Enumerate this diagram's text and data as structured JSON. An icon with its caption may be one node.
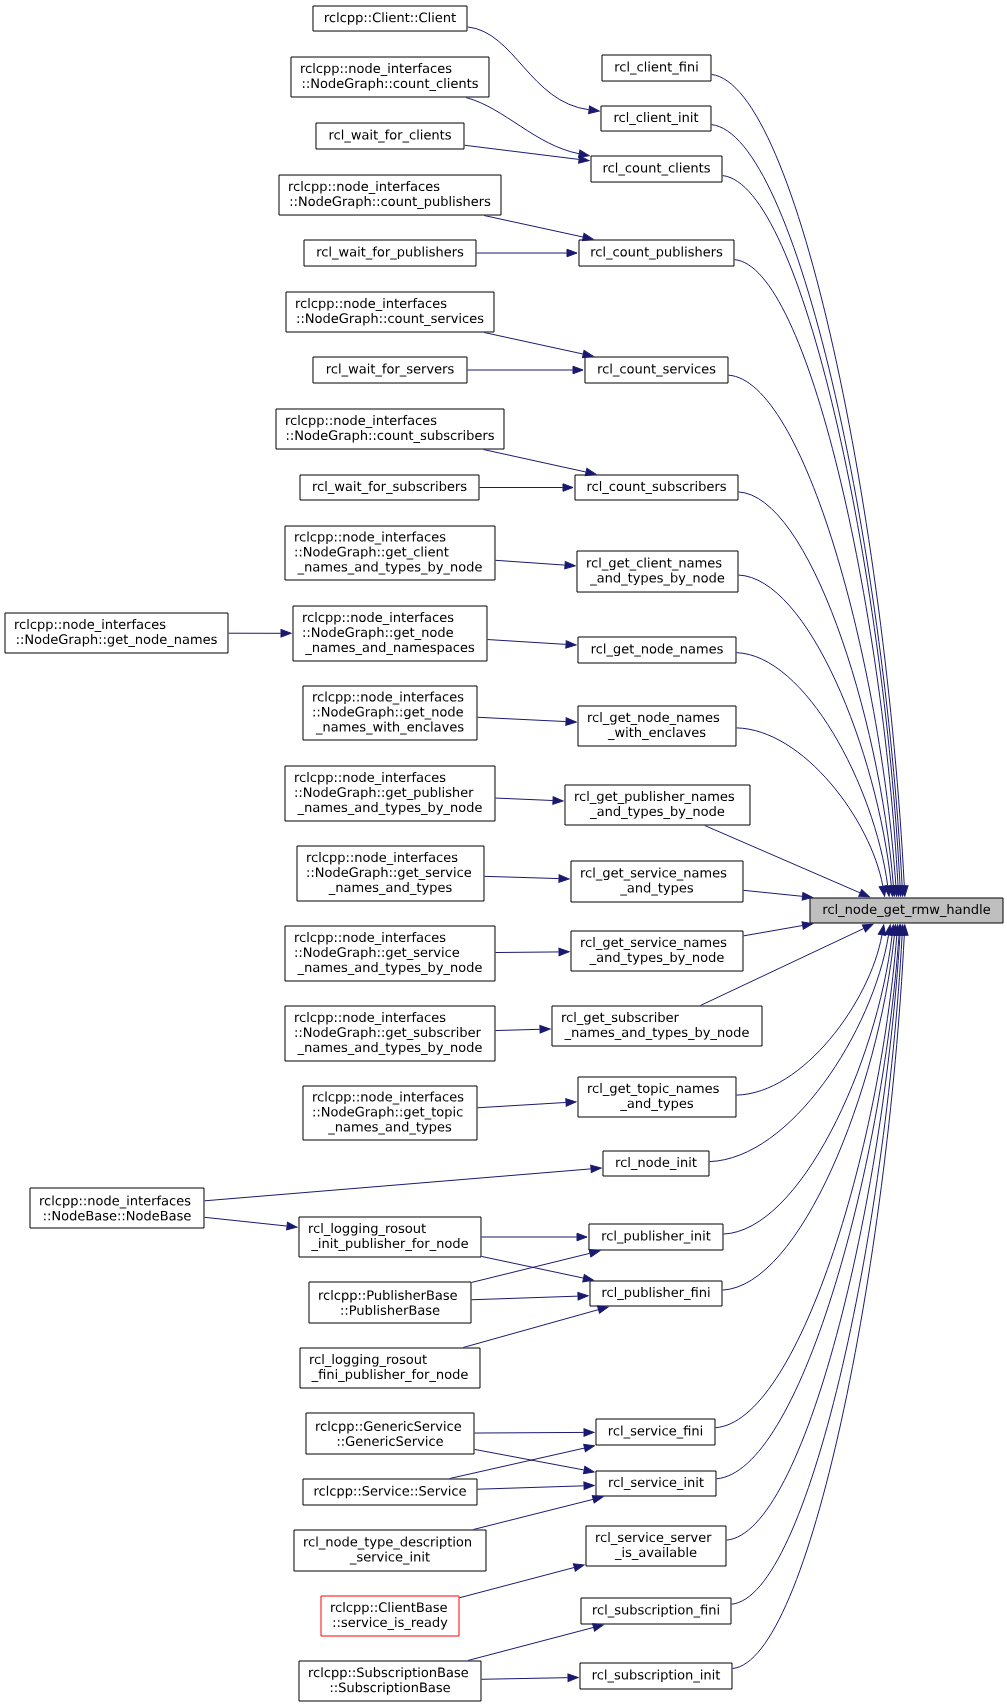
{
  "diagram": {
    "nodes": [
      {
        "text": [
          "rclcpp::Client::Client"
        ]
      },
      {
        "text": [
          "rcl_client_fini"
        ]
      },
      {
        "text": [
          "rclcpp::node_interfaces ::NodeGraph::count_clients"
        ]
      },
      {
        "text": [
          "rcl_client_init"
        ]
      },
      {
        "text": [
          "rcl_wait_for_clients"
        ]
      },
      {
        "text": [
          "rcl_count_clients"
        ]
      },
      {
        "text": [
          "rclcpp::node_interfaces ::NodeGraph::count_publishers"
        ]
      },
      {
        "text": [
          "rcl_wait_for_publishers"
        ]
      },
      {
        "text": [
          "rcl_count_publishers"
        ]
      },
      {
        "text": [
          "rclcpp::node_interfaces ::NodeGraph::count_services"
        ]
      },
      {
        "text": [
          "rcl_wait_for_servers"
        ]
      },
      {
        "text": [
          "rcl_count_services"
        ]
      },
      {
        "text": [
          "rclcpp::node_interfaces ::NodeGraph::count_subscribers"
        ]
      },
      {
        "text": [
          "rcl_wait_for_subscribers"
        ]
      },
      {
        "text": [
          "rcl_count_subscribers"
        ]
      },
      {
        "text": [
          "rclcpp::node_interfaces ::NodeGraph::get_client _names_and_types_by_node"
        ]
      },
      {
        "text": [
          "rcl_get_client_names _and_types_by_node"
        ]
      },
      {
        "text": [
          "rclcpp::node_interfaces ::NodeGraph::get_node_names"
        ]
      },
      {
        "text": [
          "rclcpp::node_interfaces ::NodeGraph::get_node _names_and_namespaces"
        ]
      },
      {
        "text": [
          "rcl_get_node_names"
        ]
      },
      {
        "text": [
          "rclcpp::node_interfaces ::NodeGraph::get_node _names_with_enclaves"
        ]
      },
      {
        "text": [
          "rcl_get_node_names _with_enclaves"
        ]
      },
      {
        "text": [
          "rclcpp::node_interfaces ::NodeGraph::get_publisher _names_and_types_by_node"
        ]
      },
      {
        "text": [
          "rcl_get_publisher_names _and_types_by_node"
        ]
      },
      {
        "text": [
          "rclcpp::node_interfaces ::NodeGraph::get_service _names_and_types"
        ]
      },
      {
        "text": [
          "rcl_get_service_names _and_types"
        ]
      },
      {
        "text": [
          "rcl_node_get_rmw_handle"
        ]
      },
      {
        "text": [
          "rclcpp::node_interfaces ::NodeGraph::get_service _names_and_types_by_node"
        ]
      },
      {
        "text": [
          "rcl_get_service_names _and_types_by_node"
        ]
      },
      {
        "text": [
          "rclcpp::node_interfaces ::NodeGraph::get_subscriber _names_and_types_by_node"
        ]
      },
      {
        "text": [
          "rcl_get_subscriber _names_and_types_by_node"
        ]
      },
      {
        "text": [
          "rclcpp::node_interfaces ::NodeGraph::get_topic _names_and_types"
        ]
      },
      {
        "text": [
          "rcl_get_topic_names _and_types"
        ]
      },
      {
        "text": [
          "rcl_node_init"
        ]
      },
      {
        "text": [
          "rclcpp::node_interfaces ::NodeBase::NodeBase"
        ]
      },
      {
        "text": [
          "rcl_logging_rosout _init_publisher_for_node"
        ]
      },
      {
        "text": [
          "rcl_publisher_init"
        ]
      },
      {
        "text": [
          "rcl_publisher_fini"
        ]
      },
      {
        "text": [
          "rclcpp::PublisherBase ::PublisherBase"
        ]
      },
      {
        "text": [
          "rcl_logging_rosout _fini_publisher_for_node"
        ]
      },
      {
        "text": [
          "rclcpp::GenericService ::GenericService"
        ]
      },
      {
        "text": [
          "rcl_service_fini"
        ]
      },
      {
        "text": [
          "rcl_service_init"
        ]
      },
      {
        "text": [
          "rclcpp::Service::Service"
        ]
      },
      {
        "text": [
          "rcl_node_type_description _service_init"
        ]
      },
      {
        "text": [
          "rcl_service_server _is_available"
        ]
      },
      {
        "text": [
          "rclcpp::ClientBase ::service_is_ready"
        ]
      },
      {
        "text": [
          "rcl_subscription_fini"
        ]
      },
      {
        "text": [
          "rclcpp::SubscriptionBase ::SubscriptionBase"
        ]
      },
      {
        "text": [
          "rcl_subscription_init"
        ]
      }
    ],
    "edges": [
      {
        "from": 0,
        "to": 3,
        "arrow": "to"
      },
      {
        "from": 1,
        "to": 26,
        "arrow": "to"
      },
      {
        "from": 2,
        "to": 5,
        "arrow": "to"
      },
      {
        "from": 3,
        "to": 26,
        "arrow": "to"
      },
      {
        "from": 4,
        "to": 5,
        "arrow": "to"
      },
      {
        "from": 5,
        "to": 26,
        "arrow": "to"
      },
      {
        "from": 6,
        "to": 8,
        "arrow": "to"
      },
      {
        "from": 7,
        "to": 8,
        "arrow": "to"
      },
      {
        "from": 8,
        "to": 26,
        "arrow": "to"
      },
      {
        "from": 9,
        "to": 11,
        "arrow": "to"
      },
      {
        "from": 10,
        "to": 11,
        "arrow": "to"
      },
      {
        "from": 11,
        "to": 26,
        "arrow": "to"
      },
      {
        "from": 12,
        "to": 14,
        "arrow": "to"
      },
      {
        "from": 13,
        "to": 14,
        "arrow": "to"
      },
      {
        "from": 14,
        "to": 26,
        "arrow": "to"
      },
      {
        "from": 15,
        "to": 16,
        "arrow": "to"
      },
      {
        "from": 16,
        "to": 26,
        "arrow": "to"
      },
      {
        "from": 17,
        "to": 18,
        "arrow": "to"
      },
      {
        "from": 18,
        "to": 19,
        "arrow": "to"
      },
      {
        "from": 19,
        "to": 26,
        "arrow": "to"
      },
      {
        "from": 20,
        "to": 21,
        "arrow": "to"
      },
      {
        "from": 21,
        "to": 26,
        "arrow": "to"
      },
      {
        "from": 22,
        "to": 23,
        "arrow": "to"
      },
      {
        "from": 23,
        "to": 26,
        "arrow": "to"
      },
      {
        "from": 24,
        "to": 25,
        "arrow": "to"
      },
      {
        "from": 25,
        "to": 26,
        "arrow": "to"
      },
      {
        "from": 27,
        "to": 28,
        "arrow": "to"
      },
      {
        "from": 28,
        "to": 26,
        "arrow": "to"
      },
      {
        "from": 29,
        "to": 30,
        "arrow": "to"
      },
      {
        "from": 30,
        "to": 26,
        "arrow": "to"
      },
      {
        "from": 31,
        "to": 32,
        "arrow": "to"
      },
      {
        "from": 32,
        "to": 26,
        "arrow": "to"
      },
      {
        "from": 33,
        "to": 26,
        "arrow": "to"
      },
      {
        "from": 34,
        "to": 33,
        "arrow": "to"
      },
      {
        "from": 34,
        "to": 35,
        "arrow": "to"
      },
      {
        "from": 35,
        "to": 36,
        "arrow": "to"
      },
      {
        "from": 35,
        "to": 37,
        "arrow": "to"
      },
      {
        "from": 36,
        "to": 26,
        "arrow": "to"
      },
      {
        "from": 37,
        "to": 26,
        "arrow": "to"
      },
      {
        "from": 38,
        "to": 36,
        "arrow": "to"
      },
      {
        "from": 38,
        "to": 37,
        "arrow": "to"
      },
      {
        "from": 39,
        "to": 37,
        "arrow": "to"
      },
      {
        "from": 40,
        "to": 41,
        "arrow": "to"
      },
      {
        "from": 40,
        "to": 42,
        "arrow": "to"
      },
      {
        "from": 41,
        "to": 26,
        "arrow": "to"
      },
      {
        "from": 42,
        "to": 26,
        "arrow": "to"
      },
      {
        "from": 43,
        "to": 41,
        "arrow": "to"
      },
      {
        "from": 43,
        "to": 42,
        "arrow": "to"
      },
      {
        "from": 44,
        "to": 42,
        "arrow": "to"
      },
      {
        "from": 45,
        "to": 26,
        "arrow": "to"
      },
      {
        "from": 46,
        "to": 45,
        "arrow": "to"
      },
      {
        "from": 47,
        "to": 26,
        "arrow": "to"
      },
      {
        "from": 48,
        "to": 47,
        "arrow": "to"
      },
      {
        "from": 48,
        "to": 49,
        "arrow": "to"
      },
      {
        "from": 49,
        "to": 26,
        "arrow": "to"
      }
    ]
  }
}
